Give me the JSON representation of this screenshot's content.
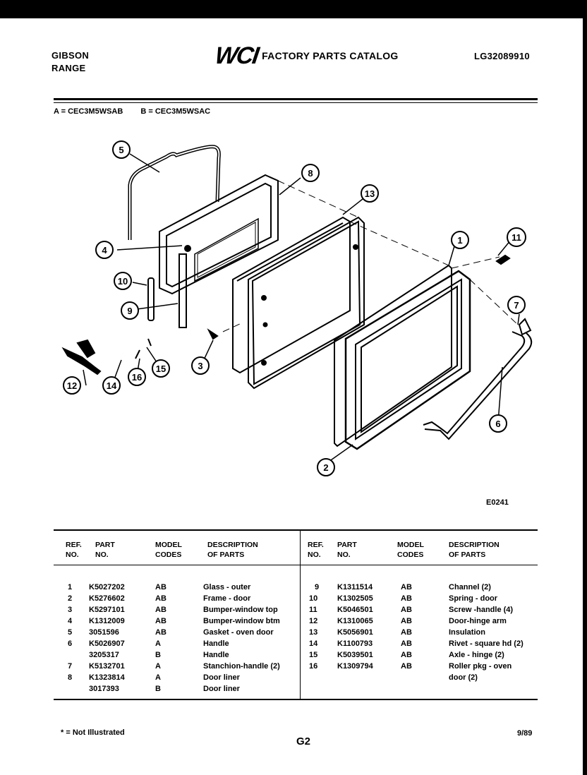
{
  "header": {
    "brand": "GIBSON",
    "product": "RANGE",
    "logo": "WCI",
    "catalog_title": "FACTORY PARTS CATALOG",
    "doc_number": "LG32089910"
  },
  "models": {
    "a": "A = CEC3M5WSAB",
    "b": "B = CEC3M5WSAC"
  },
  "diagram": {
    "figure_code": "E0241",
    "callouts": [
      "1",
      "2",
      "3",
      "4",
      "5",
      "6",
      "7",
      "8",
      "9",
      "10",
      "11",
      "12",
      "13",
      "14",
      "15",
      "16"
    ]
  },
  "table": {
    "headers": {
      "ref": "REF.\nNO.",
      "part": "PART\nNO.",
      "model": "MODEL\nCODES",
      "desc": "DESCRIPTION\nOF PARTS"
    },
    "left_rows": [
      {
        "ref": "1",
        "part": "K5027202",
        "code": "AB",
        "desc": "Glass - outer"
      },
      {
        "ref": "2",
        "part": "K5276602",
        "code": "AB",
        "desc": "Frame - door"
      },
      {
        "ref": "3",
        "part": "K5297101",
        "code": "AB",
        "desc": "Bumper-window top"
      },
      {
        "ref": "4",
        "part": "K1312009",
        "code": "AB",
        "desc": "Bumper-window btm"
      },
      {
        "ref": "5",
        "part": "3051596",
        "code": "AB",
        "desc": "Gasket - oven door"
      },
      {
        "ref": "6",
        "part": "K5026907",
        "code": "A",
        "desc": "Handle"
      },
      {
        "ref": "",
        "part": "3205317",
        "code": "B",
        "desc": "Handle"
      },
      {
        "ref": "7",
        "part": "K5132701",
        "code": "A",
        "desc": "Stanchion-handle (2)"
      },
      {
        "ref": "8",
        "part": "K1323814",
        "code": "A",
        "desc": "Door liner"
      },
      {
        "ref": "",
        "part": "3017393",
        "code": "B",
        "desc": "Door liner"
      }
    ],
    "right_rows": [
      {
        "ref": "9",
        "part": "K1311514",
        "code": "AB",
        "desc": "Channel (2)"
      },
      {
        "ref": "10",
        "part": "K1302505",
        "code": "AB",
        "desc": "Spring - door"
      },
      {
        "ref": "11",
        "part": "K5046501",
        "code": "AB",
        "desc": "Screw -handle (4)"
      },
      {
        "ref": "12",
        "part": "K1310065",
        "code": "AB",
        "desc": "Door-hinge arm"
      },
      {
        "ref": "13",
        "part": "K5056901",
        "code": "AB",
        "desc": "Insulation"
      },
      {
        "ref": "14",
        "part": "K1100793",
        "code": "AB",
        "desc": "Rivet - square hd (2)"
      },
      {
        "ref": "15",
        "part": "K5039501",
        "code": "AB",
        "desc": "Axle - hinge (2)"
      },
      {
        "ref": "16",
        "part": "K1309794",
        "code": "AB",
        "desc": "Roller pkg - oven"
      },
      {
        "ref": "",
        "part": "",
        "code": "",
        "desc": "door (2)"
      }
    ]
  },
  "footer": {
    "note": "* = Not Illustrated",
    "page": "G2",
    "date": "9/89"
  }
}
